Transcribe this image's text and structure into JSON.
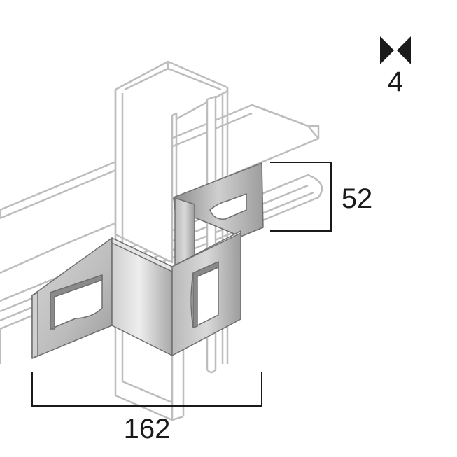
{
  "diagram": {
    "dimensions": {
      "thickness": "4",
      "height": "52",
      "width": "162"
    },
    "icons": [
      "thickness-icon"
    ],
    "colors": {
      "outline": "#bdbdbd",
      "metal_light": "#e4e4e4",
      "metal_mid": "#c2c2c2",
      "metal_dark": "#8f8f8f",
      "ink": "#1a1a1a"
    }
  }
}
